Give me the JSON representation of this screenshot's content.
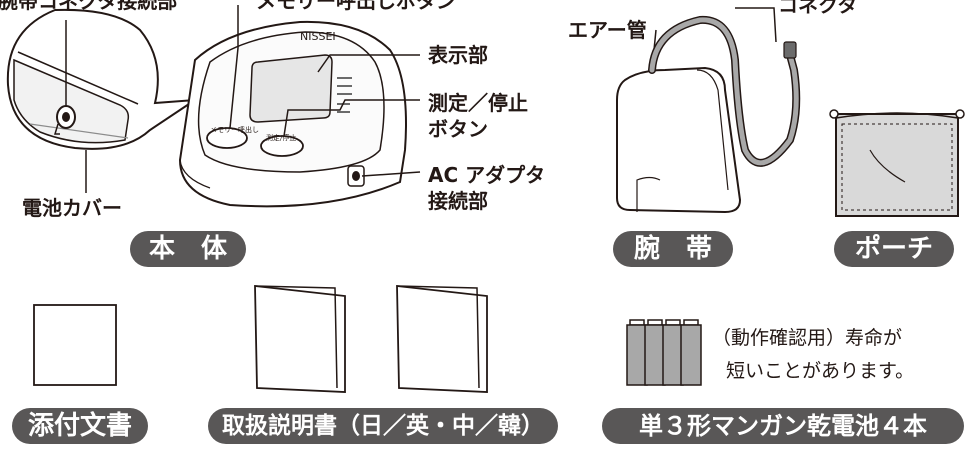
{
  "labels": {
    "remote_socket": "腕帯コネクタ接続部",
    "memory_button": "メモリー呼出しボタン",
    "connector": "コネクタ",
    "air_tube": "エアー管",
    "display": "表示部",
    "measure_stop_1": "測定／停止",
    "measure_stop_2": "ボタン",
    "ac_adapter_1": "AC アダプタ",
    "ac_adapter_2": "接続部",
    "battery_cover": "電池カバー"
  },
  "pills": {
    "main_unit": "本　体",
    "cuff": "腕　帯",
    "pouch": "ポーチ",
    "documents": "添付文書",
    "manual": "取扱説明書（日／英・中／韓）",
    "batteries": "単３形マンガン乾電池４本"
  },
  "battery_note": {
    "line1": "（動作確認用）寿命が",
    "line2": "短いことがあります。"
  },
  "device_print": {
    "brand": "NISSEI",
    "left_button": "メモリー呼出し",
    "right_button": "測定/停止"
  },
  "colors": {
    "pill_bg": "#595757",
    "line": "#231815",
    "pouch_fill": "#d9d9d9",
    "battery_fill": "#a8a8a8"
  }
}
